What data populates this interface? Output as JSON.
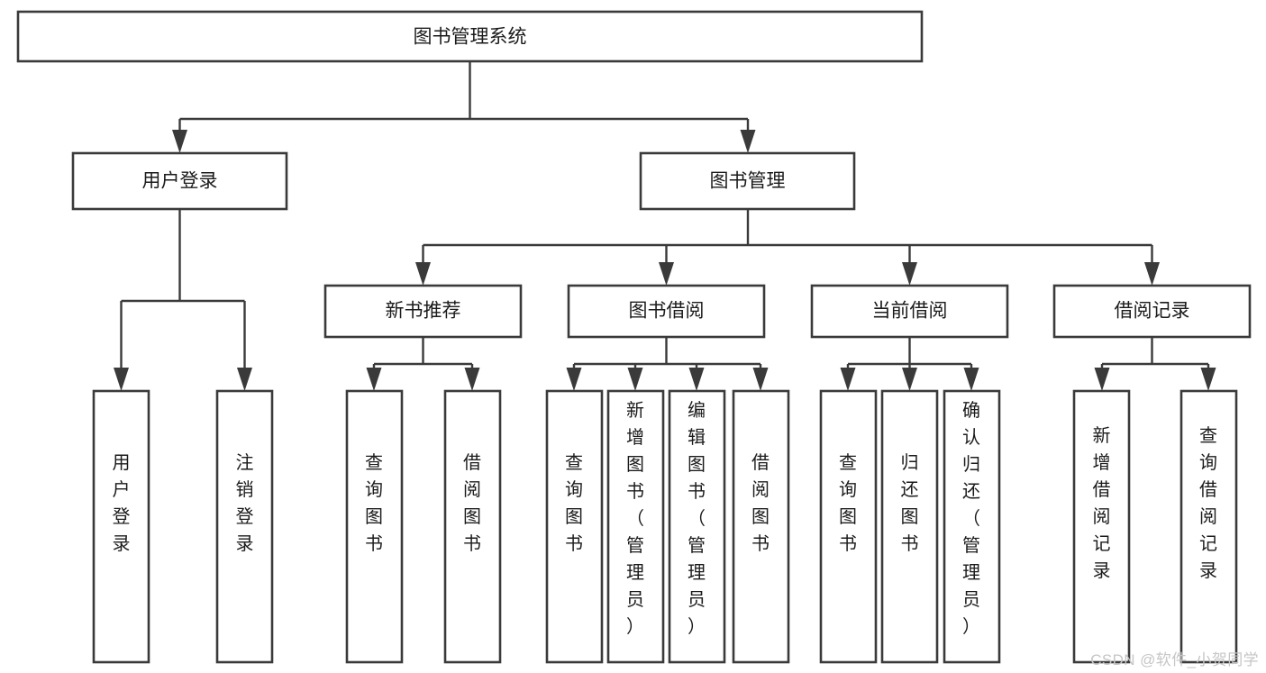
{
  "diagram": {
    "type": "tree-hierarchy",
    "title": "图书管理系统",
    "watermark": "CSDN @软件_小贺同学",
    "colors": {
      "stroke": "#3a3a3a",
      "fill": "#ffffff",
      "text": "#1b1b1b",
      "watermark": "#c6c6c6"
    },
    "nodes": {
      "root": {
        "label": "图书管理系统",
        "orientation": "horizontal"
      },
      "level2": [
        {
          "id": "user-login",
          "label": "用户登录",
          "orientation": "horizontal"
        },
        {
          "id": "book-manage",
          "label": "图书管理",
          "orientation": "horizontal"
        }
      ],
      "level3": [
        {
          "id": "new-book-recommend",
          "label": "新书推荐",
          "orientation": "horizontal",
          "parent": "book-manage"
        },
        {
          "id": "book-borrow",
          "label": "图书借阅",
          "orientation": "horizontal",
          "parent": "book-manage"
        },
        {
          "id": "current-borrow",
          "label": "当前借阅",
          "orientation": "horizontal",
          "parent": "book-manage"
        },
        {
          "id": "borrow-record",
          "label": "借阅记录",
          "orientation": "horizontal",
          "parent": "book-manage"
        }
      ],
      "leaves": [
        {
          "id": "leaf-user-login",
          "label": "用户登录",
          "orientation": "vertical",
          "parent": "user-login"
        },
        {
          "id": "leaf-logout-login",
          "label": "注销登录",
          "orientation": "vertical",
          "parent": "user-login"
        },
        {
          "id": "leaf-query-book-1",
          "label": "查询图书",
          "orientation": "vertical",
          "parent": "new-book-recommend"
        },
        {
          "id": "leaf-borrow-book-1",
          "label": "借阅图书",
          "orientation": "vertical",
          "parent": "new-book-recommend"
        },
        {
          "id": "leaf-query-book-2",
          "label": "查询图书",
          "orientation": "vertical",
          "parent": "book-borrow"
        },
        {
          "id": "leaf-add-book",
          "label": "新增图书（管理员）",
          "orientation": "vertical",
          "parent": "book-borrow"
        },
        {
          "id": "leaf-edit-book",
          "label": "编辑图书（管理员）",
          "orientation": "vertical",
          "parent": "book-borrow"
        },
        {
          "id": "leaf-borrow-book-2",
          "label": "借阅图书",
          "orientation": "vertical",
          "parent": "book-borrow"
        },
        {
          "id": "leaf-query-book-3",
          "label": "查询图书",
          "orientation": "vertical",
          "parent": "current-borrow"
        },
        {
          "id": "leaf-return-book",
          "label": "归还图书",
          "orientation": "vertical",
          "parent": "current-borrow"
        },
        {
          "id": "leaf-confirm-return",
          "label": "确认归还（管理员）",
          "orientation": "vertical",
          "parent": "current-borrow"
        },
        {
          "id": "leaf-add-record",
          "label": "新增借阅记录",
          "orientation": "vertical",
          "parent": "borrow-record"
        },
        {
          "id": "leaf-query-record",
          "label": "查询借阅记录",
          "orientation": "vertical",
          "parent": "borrow-record"
        }
      ]
    }
  }
}
